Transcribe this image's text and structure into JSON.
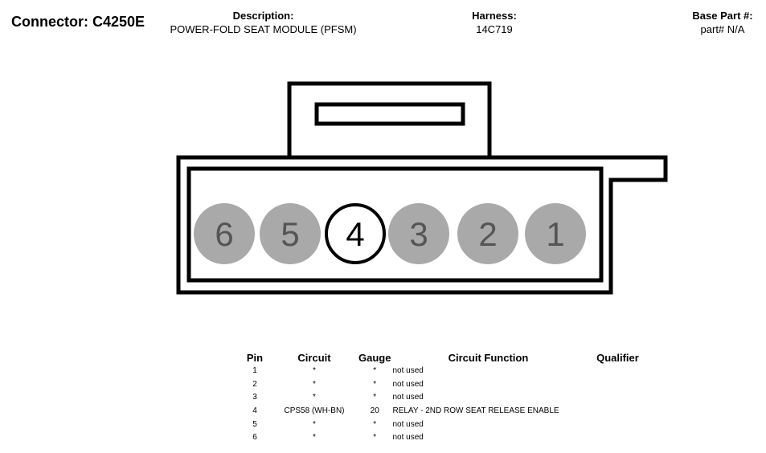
{
  "header": {
    "connector": "Connector: C4250E",
    "description_label": "Description:",
    "description": "POWER-FOLD SEAT MODULE (PFSM)",
    "harness_label": "Harness:",
    "harness": "14C719",
    "base_part_label": "Base Part #:",
    "base_part": "part# N/A"
  },
  "pins_visual": [
    {
      "label": "6",
      "style": "filled"
    },
    {
      "label": "5",
      "style": "filled"
    },
    {
      "label": "4",
      "style": "outlined"
    },
    {
      "label": "3",
      "style": "filled"
    },
    {
      "label": "2",
      "style": "filled"
    },
    {
      "label": "1",
      "style": "filled"
    }
  ],
  "colors": {
    "pin_fill": "#a9a9a9",
    "pin_text": "#555555",
    "outline": "#000000"
  },
  "table": {
    "headers": {
      "pin": "Pin",
      "circuit": "Circuit",
      "gauge": "Gauge",
      "function": "Circuit Function",
      "qualifier": "Qualifier"
    },
    "rows": [
      {
        "pin": "1",
        "circuit": "*",
        "gauge": "*",
        "function": "not used",
        "qualifier": ""
      },
      {
        "pin": "2",
        "circuit": "*",
        "gauge": "*",
        "function": "not used",
        "qualifier": ""
      },
      {
        "pin": "3",
        "circuit": "*",
        "gauge": "*",
        "function": "not used",
        "qualifier": ""
      },
      {
        "pin": "4",
        "circuit": "CPS58 (WH-BN)",
        "gauge": "20",
        "function": "RELAY - 2ND ROW SEAT RELEASE ENABLE",
        "qualifier": ""
      },
      {
        "pin": "5",
        "circuit": "*",
        "gauge": "*",
        "function": "not used",
        "qualifier": ""
      },
      {
        "pin": "6",
        "circuit": "*",
        "gauge": "*",
        "function": "not used",
        "qualifier": ""
      }
    ]
  }
}
